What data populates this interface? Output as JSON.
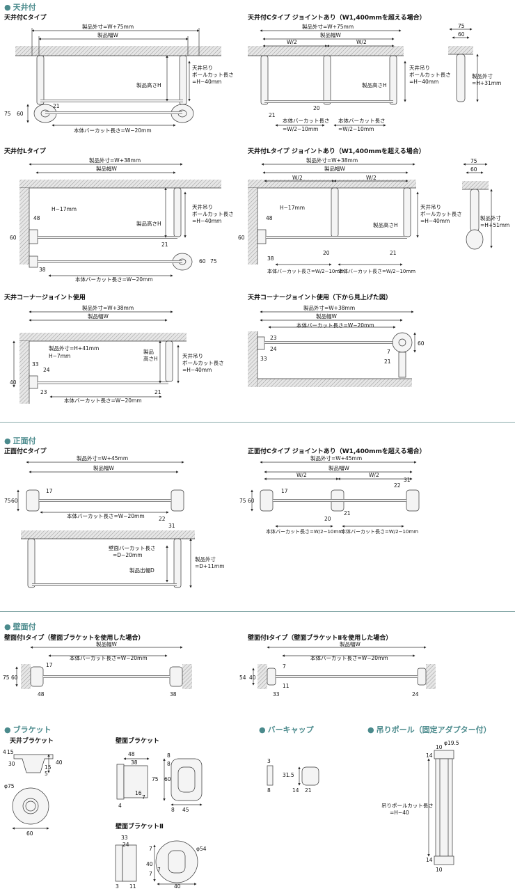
{
  "sections": {
    "ceiling": "天井付",
    "front": "正面付",
    "wall": "壁面付",
    "bracket": "ブラケット",
    "barcap": "バーキャップ",
    "hanging_pole": "吊りポール（固定アダプター付）"
  },
  "titles": {
    "ceil_c": "天井付Cタイプ",
    "ceil_c_joint": "天井付Cタイプ ジョイントあり（W1,400mmを超える場合）",
    "ceil_l": "天井付Lタイプ",
    "ceil_l_joint": "天井付Lタイプ ジョイントあり（W1,400mmを超える場合）",
    "ceil_corner": "天井コーナージョイント使用",
    "ceil_corner_below": "天井コーナージョイント使用（下から見上げた図）",
    "front_c": "正面付Cタイプ",
    "front_c_joint": "正面付Cタイプ ジョイントあり（W1,400mmを超える場合）",
    "wall_i1": "壁面付Iタイプ（壁面ブラケットを使用した場合）",
    "wall_i2": "壁面付Iタイプ（壁面ブラケットⅡを使用した場合）",
    "ceil_bracket": "天井ブラケット",
    "wall_bracket": "壁面ブラケット",
    "wall_bracket2": "壁面ブラケットⅡ"
  },
  "labels": {
    "w75": "製品外寸=W+75mm",
    "w38": "製品外寸=W+38mm",
    "w45": "製品外寸=W+45mm",
    "width": "製品幅W",
    "height": "製品高さH",
    "height_split1": "製品",
    "height_split2": "高さH",
    "half": "W/2",
    "cut_w20": "本体バーカット長さ=W−20mm",
    "cut_half1": "本体バーカット長さ",
    "cut_half2": "=W/2−10mm",
    "cut_half_inline": "本体バーカット長さ=W/2−10mm",
    "pole1": "天井吊り",
    "pole2": "ボールカット長さ",
    "pole3": "=H−40mm",
    "pole_alt2": "ポールカット長さ",
    "ext_h31_1": "製品外寸",
    "ext_h31_2": "=H+31mm",
    "ext_h51_2": "=H+51mm",
    "ext_h41": "製品外寸=H+41mm",
    "h17": "H−17mm",
    "h7": "H−7mm",
    "wall_cut1": "壁面バーカット長さ",
    "wall_cut2": "=D−20mm",
    "depth": "製品出幅D",
    "ext_d1": "製品外寸",
    "ext_d2": "=D+11mm",
    "hang_cut1": "吊りポールカット長さ",
    "hang_cut2": "=H−40",
    "phi195": "φ19.5",
    "phi75": "φ75",
    "phi54": "φ54"
  },
  "dims": {
    "n3": "3",
    "n4": "4",
    "n5": "5",
    "n7": "7",
    "n8": "8",
    "n10": "10",
    "n11": "11",
    "n14": "14",
    "n15": "15",
    "n16": "16",
    "n17": "17",
    "n20": "20",
    "n21": "21",
    "n22": "22",
    "n23": "23",
    "n24": "24",
    "n30": "30",
    "n31": "31",
    "n31_5": "31.5",
    "n33": "33",
    "n38": "38",
    "n40": "40",
    "n45": "45",
    "n48": "48",
    "n54": "54",
    "n60": "60",
    "n75": "75"
  }
}
